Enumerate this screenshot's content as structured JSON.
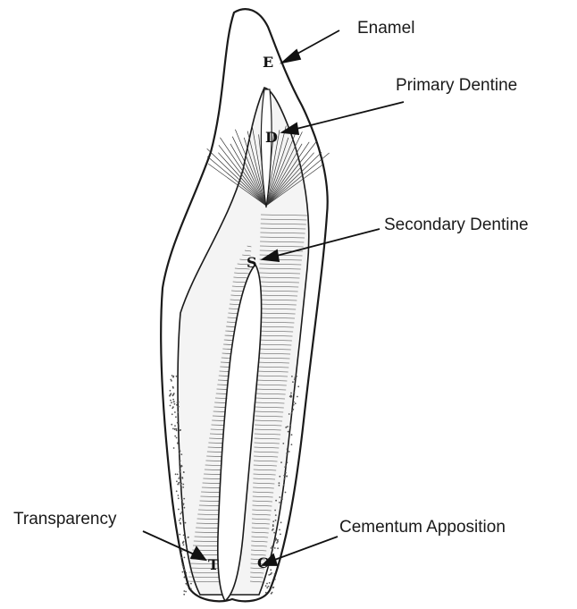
{
  "labels": {
    "enamel": "Enamel",
    "primary_dentine": "Primary Dentine",
    "secondary_dentine": "Secondary Dentine",
    "transparency": "Transparency",
    "cementum_apposition": "Cementum Apposition"
  },
  "letters": {
    "e": "E",
    "d": "D",
    "s": "S",
    "t": "T",
    "c": "C"
  }
}
